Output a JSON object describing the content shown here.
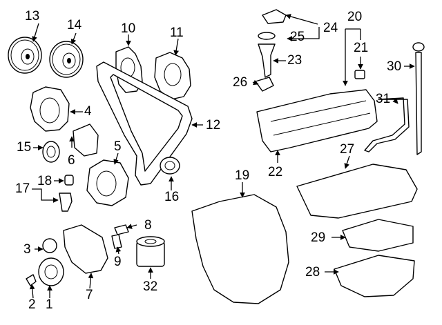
{
  "diagram": {
    "callouts": {
      "p1": "1",
      "p2": "2",
      "p3": "3",
      "p4": "4",
      "p5": "5",
      "p6": "6",
      "p7": "7",
      "p8": "8",
      "p9": "9",
      "p10": "10",
      "p11": "11",
      "p12": "12",
      "p13": "13",
      "p14": "14",
      "p15": "15",
      "p16": "16",
      "p17": "17",
      "p18": "18",
      "p19": "19",
      "p20": "20",
      "p21": "21",
      "p22": "22",
      "p23": "23",
      "p24": "24",
      "p25": "25",
      "p26": "26",
      "p27": "27",
      "p28": "28",
      "p29": "29",
      "p30": "30",
      "p31": "31",
      "p32": "32"
    }
  }
}
